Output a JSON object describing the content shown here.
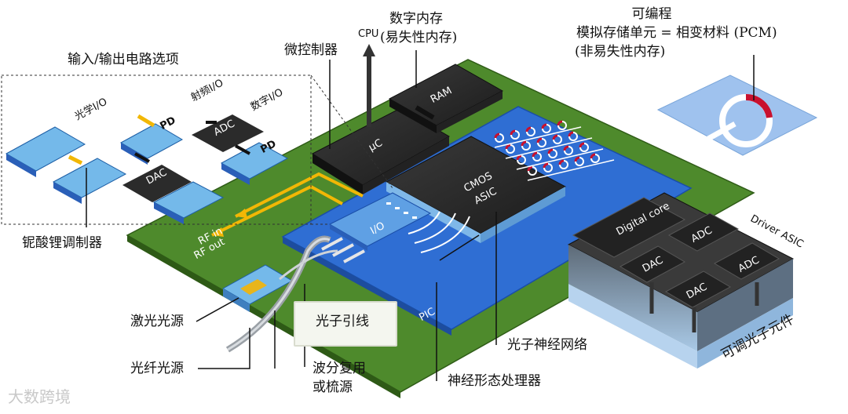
{
  "labels": {
    "io_options": "输入/输出电路选项",
    "optical_io": "光学I/O",
    "rf_io": "射频I/O",
    "digital_io": "数字I/O",
    "pd": "PD",
    "adc": "ADC",
    "dac": "DAC",
    "linbo3": "铌酸锂调制器",
    "rf_in": "RF in",
    "rf_out": "RF out",
    "microcontroller": "微控制器",
    "cpu": "CPU",
    "digital_memory_line1": "数字内存",
    "digital_memory_line2": "(易失性内存)",
    "ram": "RAM",
    "uc": "μC",
    "cmos_asic_1": "CMOS",
    "cmos_asic_2": "ASIC",
    "io_chip": "I/O",
    "pic": "PIC",
    "programmable_line1": "可编程",
    "programmable_line2": "模拟存储单元 = 相变材料 (PCM)",
    "programmable_line3": "(非易失性内存)",
    "digital_core": "Digital core",
    "driver_asic": "Driver ASIC",
    "tunable_photonic": "可调光子元件",
    "photonic_nn": "光子神经网络",
    "neuromorphic": "神经形态处理器",
    "laser_source": "激光光源",
    "fiber_source": "光纤光源",
    "wdm_1": "波分复用",
    "wdm_2": "或梳源",
    "photonic_wirebond": "光子引线",
    "watermark": "大数跨境"
  },
  "colors": {
    "board": "#4e8a2c",
    "pic": "#2f6ed3",
    "chip": "#2b2b2b",
    "io_light": "#74b9ea",
    "arrow": "#f2b705",
    "pcm": "#c8102e"
  }
}
